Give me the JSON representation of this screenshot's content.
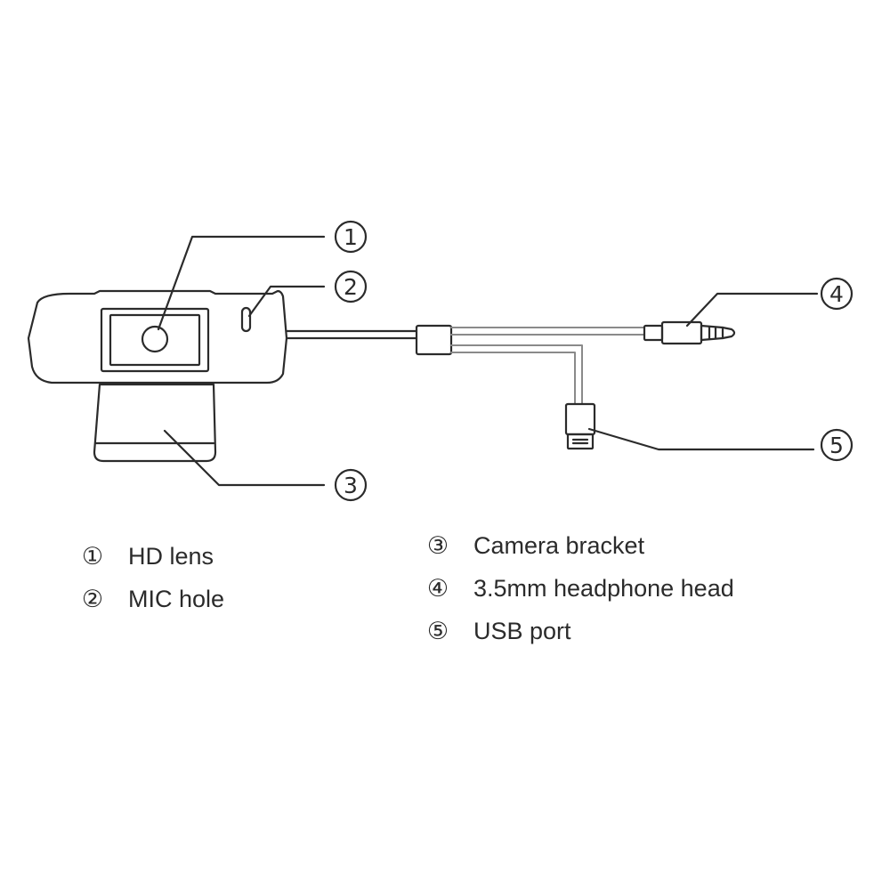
{
  "callouts": [
    {
      "number": "①",
      "label": "HD lens"
    },
    {
      "number": "②",
      "label": "MIC hole"
    },
    {
      "number": "③",
      "label": "Camera bracket"
    },
    {
      "number": "④",
      "label": "3.5mm headphone head"
    },
    {
      "number": "⑤",
      "label": "USB port"
    }
  ],
  "colors": {
    "stroke": "#2b2b2b",
    "text": "#2b2b2b",
    "cable": "#8a8a8a",
    "background": "#ffffff"
  }
}
